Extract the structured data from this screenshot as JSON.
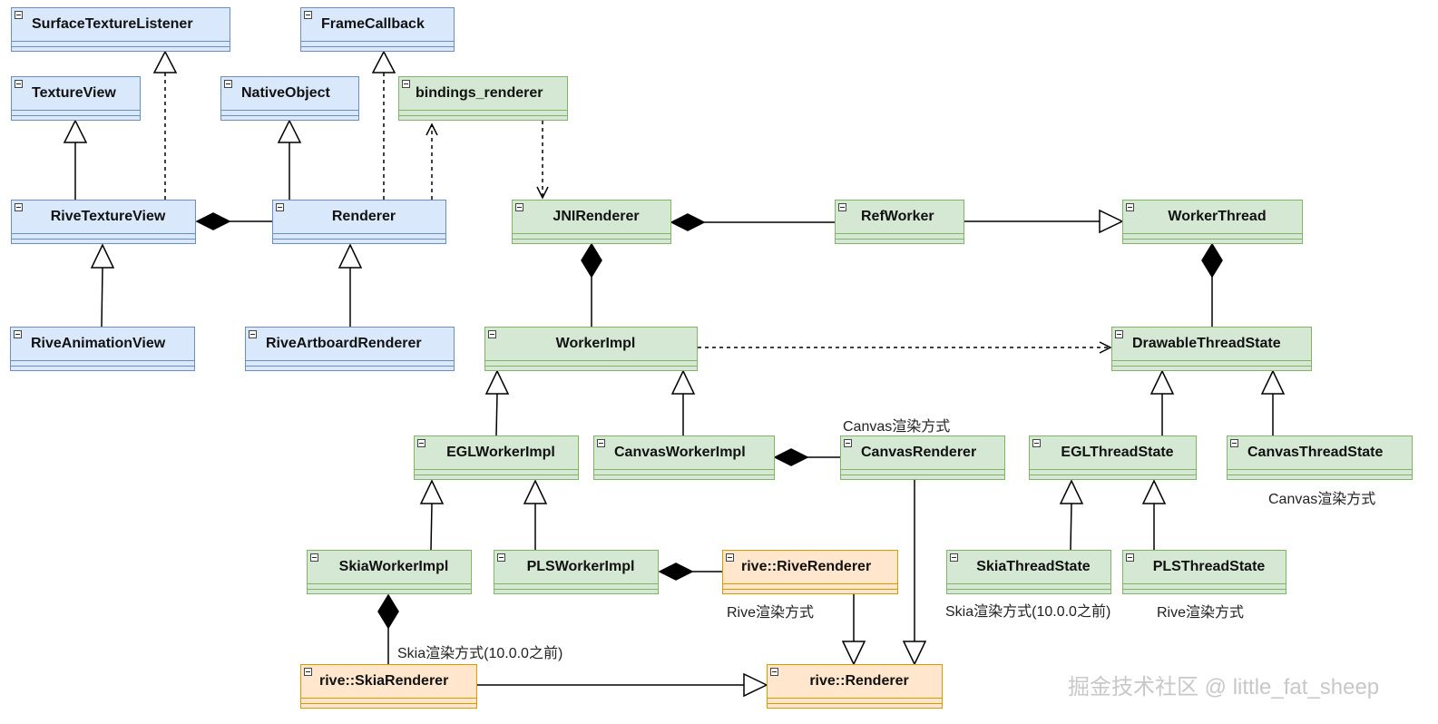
{
  "classes": {
    "surface_texture_listener": "SurfaceTextureListener",
    "frame_callback": "FrameCallback",
    "texture_view": "TextureView",
    "native_object": "NativeObject",
    "bindings_renderer": "bindings_renderer",
    "rive_texture_view": "RiveTextureView",
    "renderer": "Renderer",
    "jni_renderer": "JNIRenderer",
    "ref_worker": "RefWorker",
    "worker_thread": "WorkerThread",
    "rive_animation_view": "RiveAnimationView",
    "rive_artboard_renderer": "RiveArtboardRenderer",
    "worker_impl": "WorkerImpl",
    "drawable_thread_state": "DrawableThreadState",
    "egl_worker_impl": "EGLWorkerImpl",
    "canvas_worker_impl": "CanvasWorkerImpl",
    "canvas_renderer": "CanvasRenderer",
    "egl_thread_state": "EGLThreadState",
    "canvas_thread_state": "CanvasThreadState",
    "skia_worker_impl": "SkiaWorkerImpl",
    "pls_worker_impl": "PLSWorkerImpl",
    "rive_rive_renderer": "rive::RiveRenderer",
    "skia_thread_state": "SkiaThreadState",
    "pls_thread_state": "PLSThreadState",
    "rive_skia_renderer": "rive::SkiaRenderer",
    "rive_renderer": "rive::Renderer"
  },
  "notes": {
    "canvas_renderer_note": "Canvas渲染方式",
    "canvas_thread_state_note": "Canvas渲染方式",
    "rive_renderer_note": "Rive渲染方式",
    "skia_thread_state_note": "Skia渲染方式(10.0.0之前)",
    "pls_thread_state_note": "Rive渲染方式",
    "skia_renderer_note": "Skia渲染方式(10.0.0之前)"
  },
  "watermark": "掘金技术社区 @ little_fat_sheep",
  "colors": {
    "blue_fill": "#dae8fc",
    "blue_border": "#6c8ebf",
    "green_fill": "#d5e8d4",
    "green_border": "#82b366",
    "orange_fill": "#ffe6cc",
    "orange_border": "#d79b00"
  }
}
